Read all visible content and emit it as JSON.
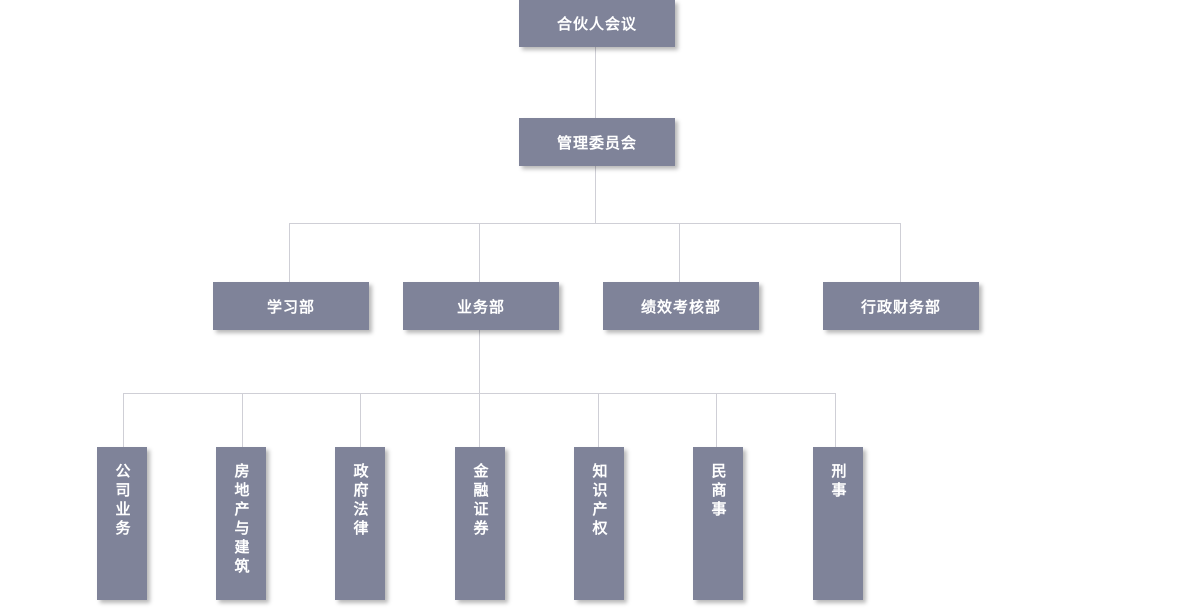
{
  "org_chart": {
    "root": "合伙人会议",
    "management": "管理委员会",
    "departments": [
      "学习部",
      "业务部",
      "绩效考核部",
      "行政财务部"
    ],
    "business_units": [
      "公司业务",
      "房地产与建筑",
      "政府法律",
      "金融证券",
      "知识产权",
      "民商事",
      "刑事"
    ]
  },
  "colors": {
    "node_fill": "#7f8399",
    "node_text": "#ffffff",
    "connector": "#cfcfd6"
  }
}
